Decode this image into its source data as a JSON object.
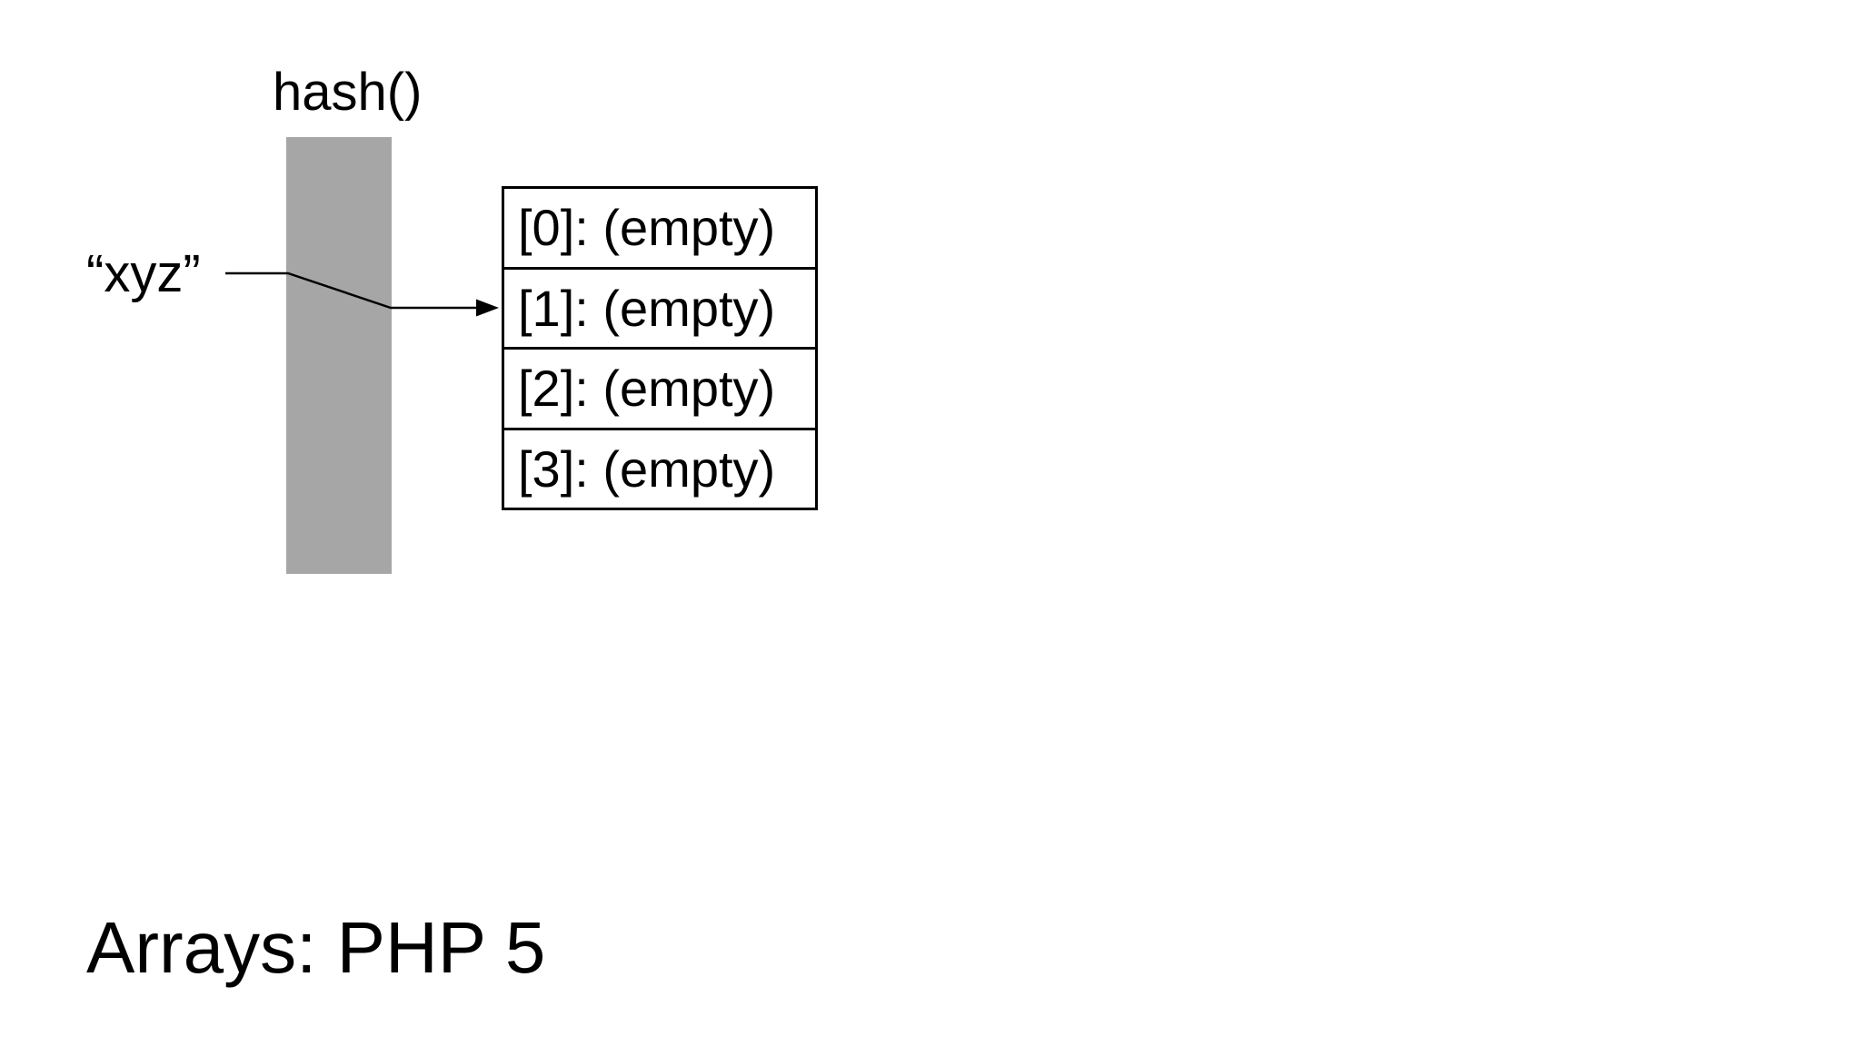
{
  "slide": {
    "title": "Arrays: PHP 5",
    "background_color": "#ffffff",
    "text_color": "#000000"
  },
  "diagram": {
    "hash_function": {
      "label": "hash()",
      "bar_color": "#a6a6a6"
    },
    "input_key": {
      "label": "“xyz”"
    },
    "arrow": {
      "line_color": "#000000",
      "target_slot": "[1]"
    },
    "bucket_array": {
      "border_color": "#000000",
      "slots": [
        {
          "label": "[0]: (empty)"
        },
        {
          "label": "[1]: (empty)"
        },
        {
          "label": "[2]: (empty)"
        },
        {
          "label": "[3]: (empty)"
        }
      ]
    }
  }
}
